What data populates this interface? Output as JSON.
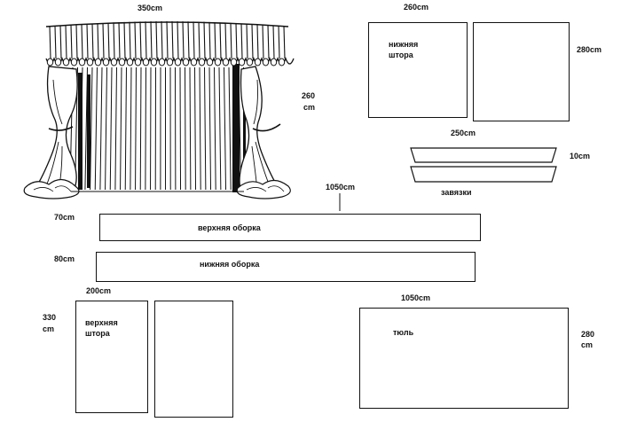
{
  "illustration": {
    "width_label": "350cm",
    "height_label_line1": "260",
    "height_label_line2": "cm"
  },
  "lower_curtain": {
    "width_label": "260cm",
    "height_label": "280cm",
    "label_line1": "нижняя",
    "label_line2": "штора"
  },
  "ties": {
    "length_label": "250cm",
    "width_label": "10cm",
    "name": "завязки"
  },
  "valances": {
    "length_label": "1050cm",
    "upper": {
      "height_label": "70cm",
      "name": "верхняя оборка"
    },
    "lower": {
      "height_label": "80cm",
      "name": "нижняя оборка"
    }
  },
  "upper_curtain": {
    "width_label": "200cm",
    "height_label_line1": "330",
    "height_label_line2": "cm",
    "label_line1": "верхняя",
    "label_line2": "штора"
  },
  "tulle": {
    "width_label": "1050cm",
    "height_label_line1": "280",
    "height_label_line2": "cm",
    "name": "тюль"
  }
}
